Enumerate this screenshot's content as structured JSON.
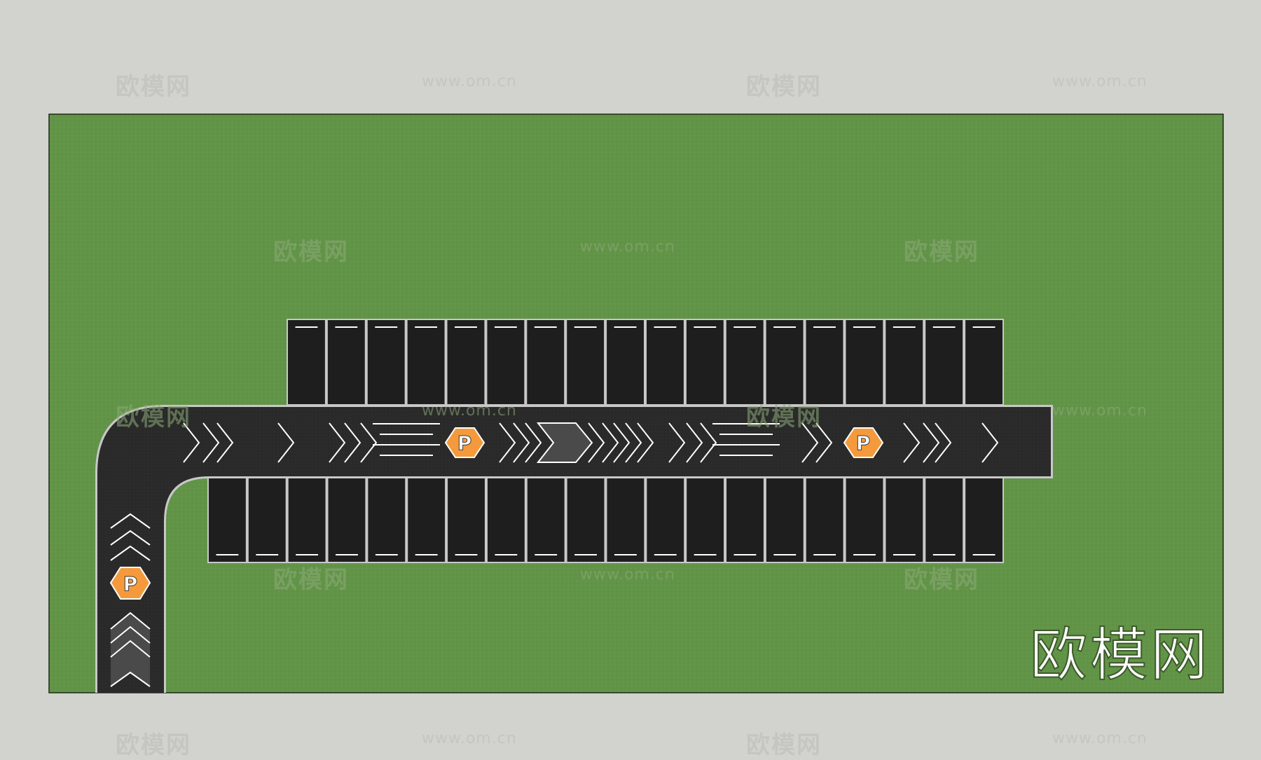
{
  "colors": {
    "background": "#d2d3ce",
    "grass": "#629448",
    "grass_border": "#1e2a16",
    "asphalt": "#2a2a2a",
    "bay": "#1e1e1e",
    "curb": "#c8c8c8",
    "marking": "#ffffff",
    "badge": "#f59a3c",
    "arrow_fill": "#4a4a4a"
  },
  "icons": [
    "parking-sign-icon",
    "chevron-arrow-icon",
    "lane-line-marking"
  ],
  "layout_counts": {
    "top_bays": 18,
    "bottom_bays": 20
  },
  "signs": {
    "parking_letter": "P"
  },
  "watermarks": {
    "site_name": "欧模网",
    "site_url": "www.om.cn"
  },
  "brand": {
    "logo_text": "欧模网"
  }
}
